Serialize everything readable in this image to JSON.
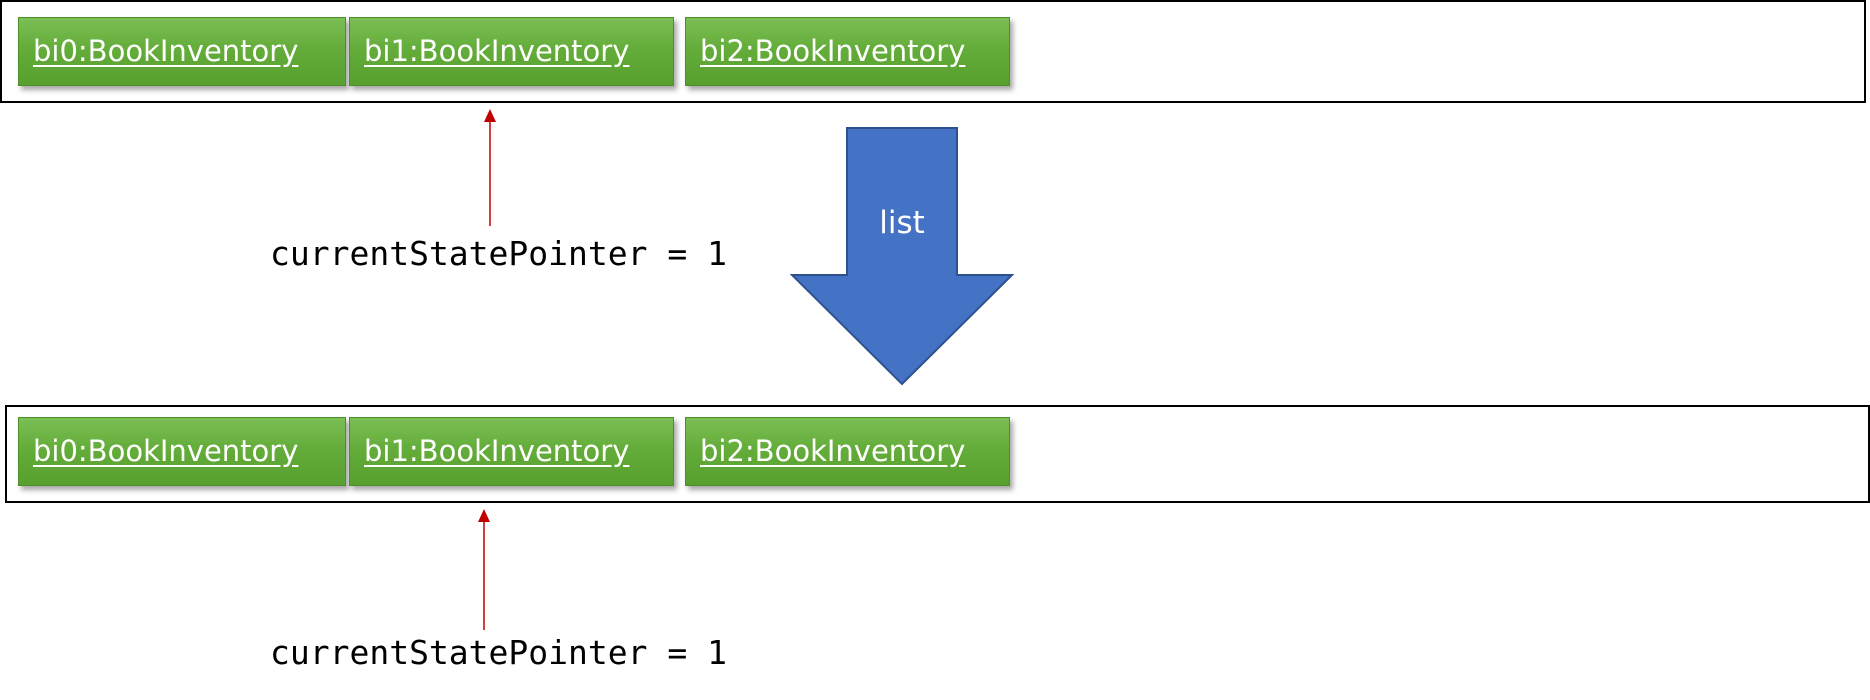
{
  "top_row": {
    "states": [
      {
        "label": "bi0:BookInventory"
      },
      {
        "label": "bi1:BookInventory"
      },
      {
        "label": "bi2:BookInventory"
      }
    ],
    "pointer_label": "currentStatePointer = 1"
  },
  "transition": {
    "label": "list"
  },
  "bottom_row": {
    "states": [
      {
        "label": "bi0:BookInventory"
      },
      {
        "label": "bi1:BookInventory"
      },
      {
        "label": "bi2:BookInventory"
      }
    ],
    "pointer_label": "currentStatePointer = 1"
  },
  "colors": {
    "state_fill": "#64ad3a",
    "arrow_fill": "#4472c4",
    "pointer_color": "#c00000"
  }
}
